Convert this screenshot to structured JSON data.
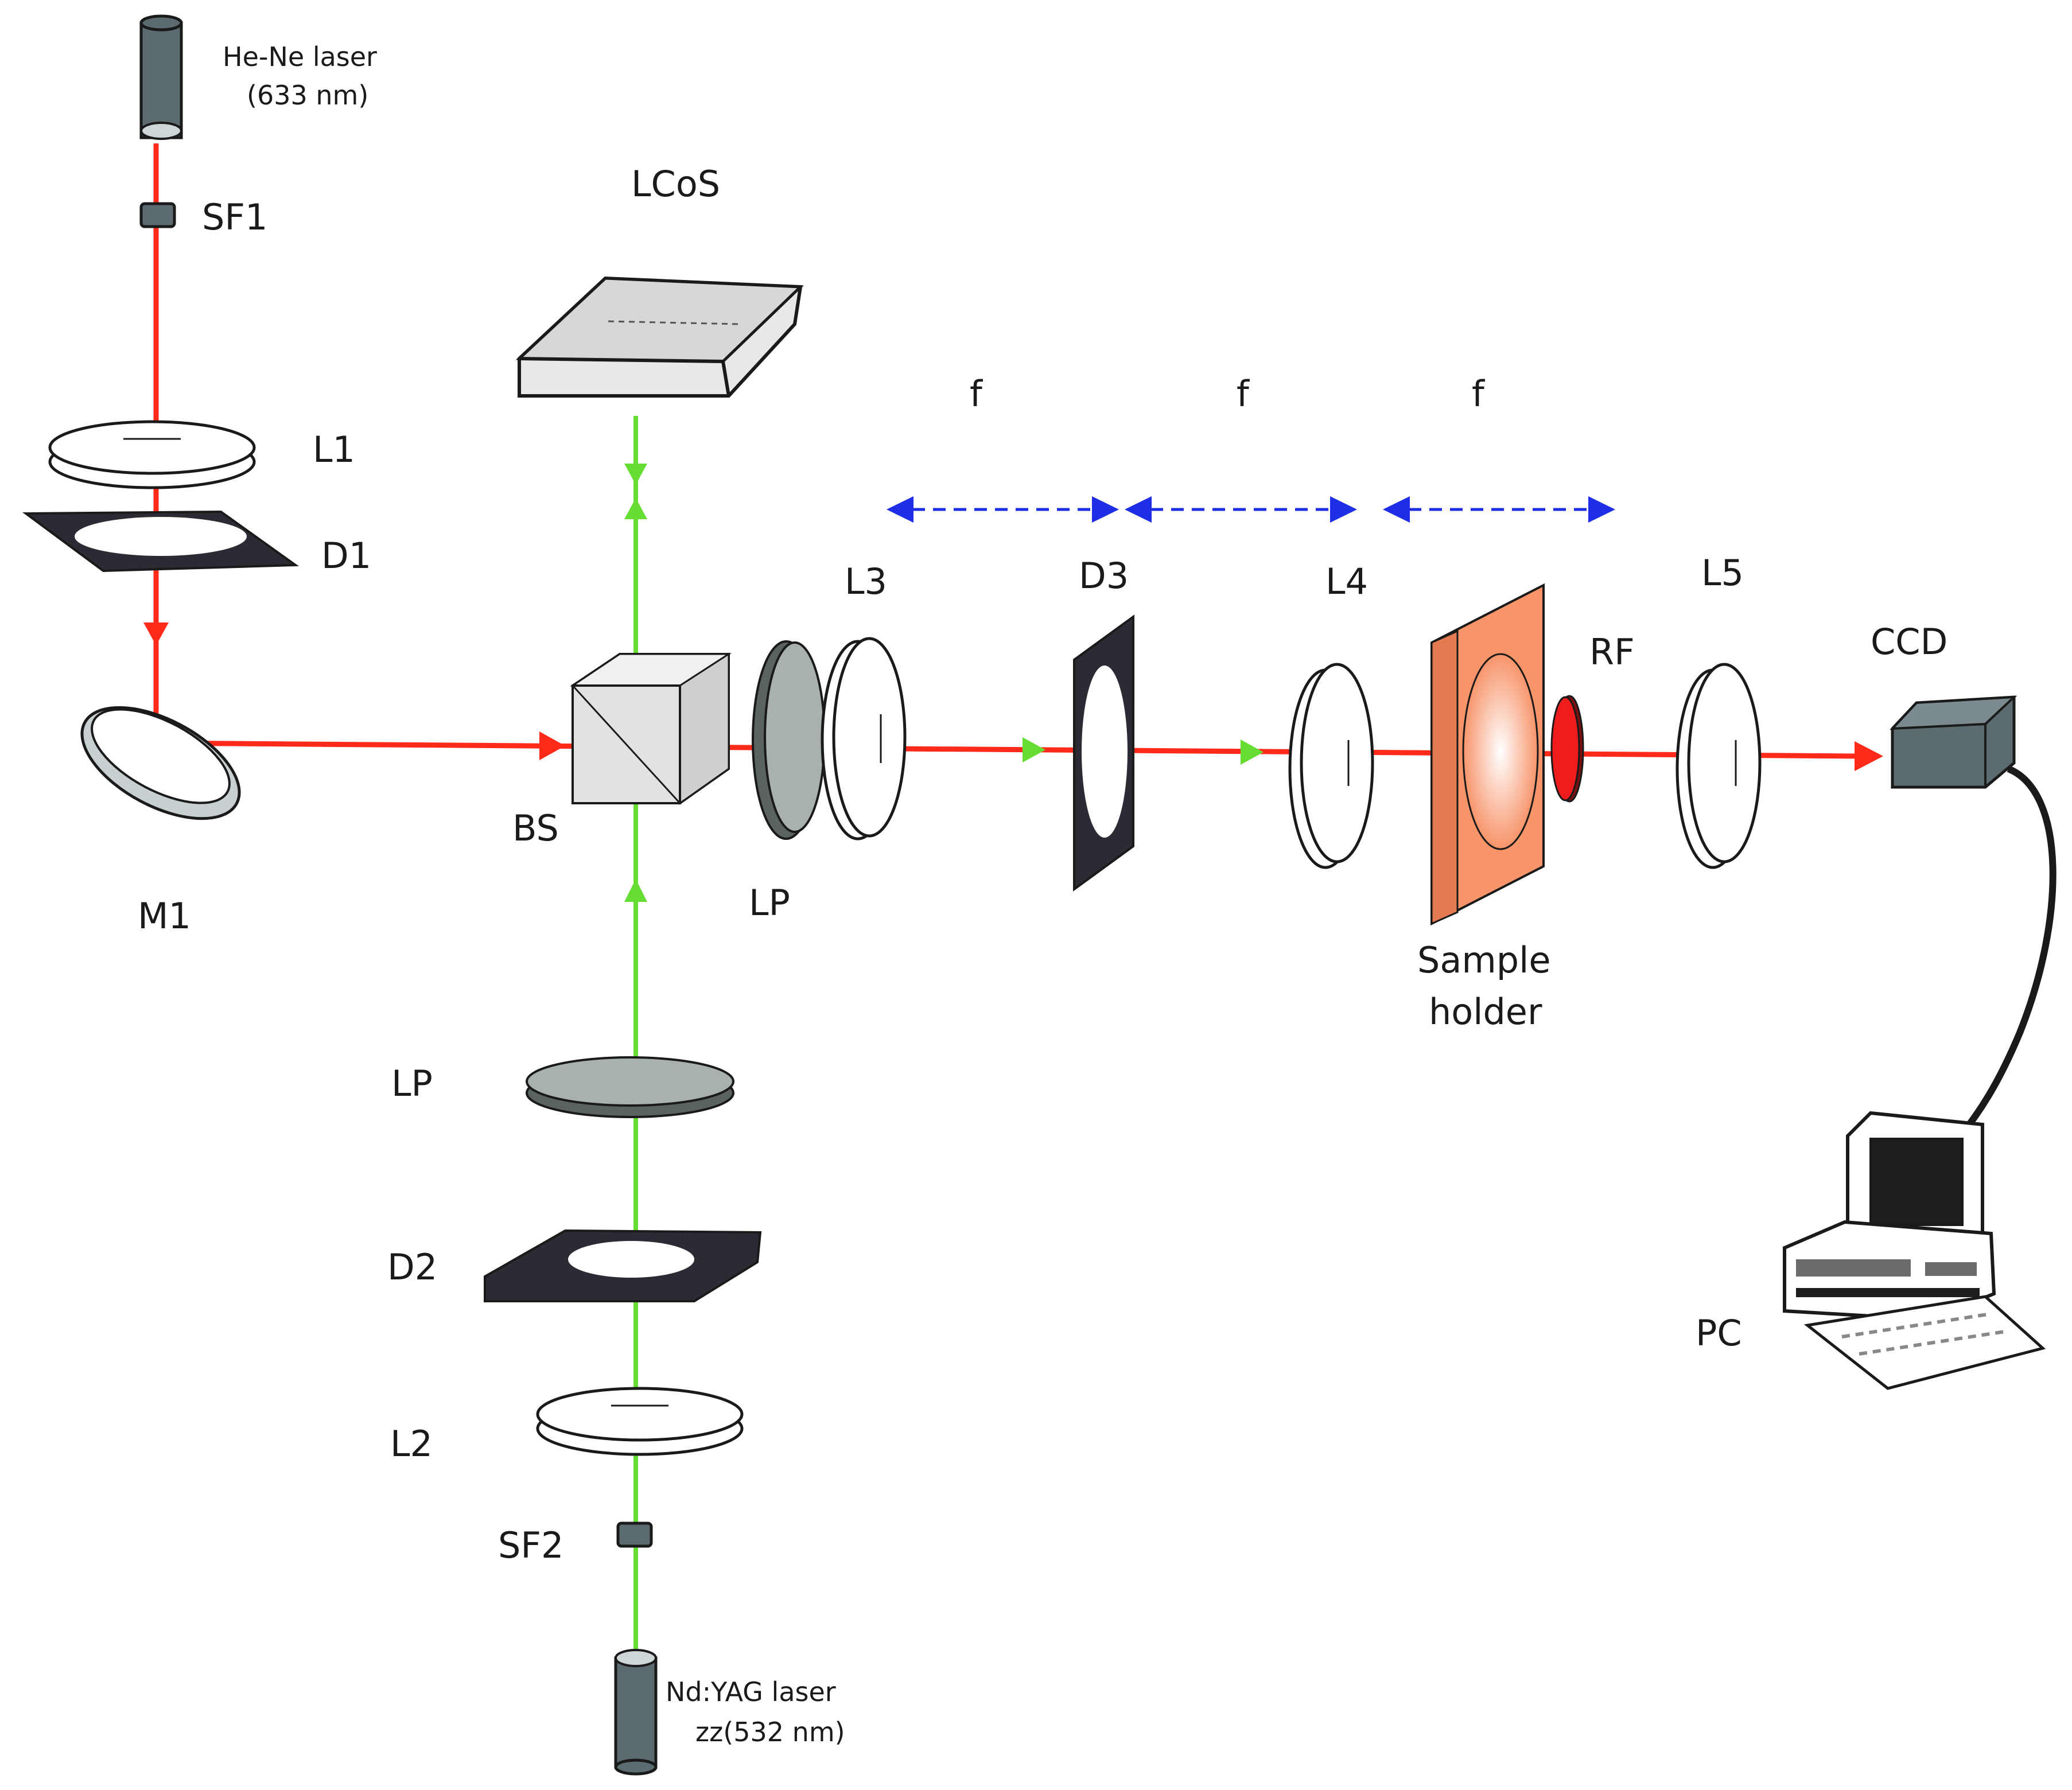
{
  "labels": {
    "hene_line1": "He-Ne laser",
    "hene_line2": "(633 nm)",
    "sf1": "SF1",
    "lcos": "LCoS",
    "f1": "f",
    "f2": "f",
    "f3": "f",
    "l1": "L1",
    "d1": "D1",
    "l3": "L3",
    "d3": "D3",
    "l4": "L4",
    "l5": "L5",
    "rf": "RF",
    "ccd": "CCD",
    "bs": "BS",
    "m1": "M1",
    "lp_top": "LP",
    "sample_line1": "Sample",
    "sample_line2": "holder",
    "lp_bottom": "LP",
    "d2": "D2",
    "pc": "PC",
    "l2": "L2",
    "sf2": "SF2",
    "ndyag_line1": "Nd:YAG laser",
    "ndyag_line2": "zz(532 nm)"
  },
  "colors": {
    "red_beam": "#ff2a1a",
    "green_beam": "#66dd33",
    "distance_arrow": "#1e2ee6",
    "laser_body": "#5b6b70",
    "sample_holder": "#f7946a",
    "filter_red": "#ee1c1c",
    "lens_fill": "#ffffff",
    "diaphragm": "#2b2b33",
    "polarizer": "#a9b0b0",
    "beamsplitter": "#dcdcdc"
  }
}
